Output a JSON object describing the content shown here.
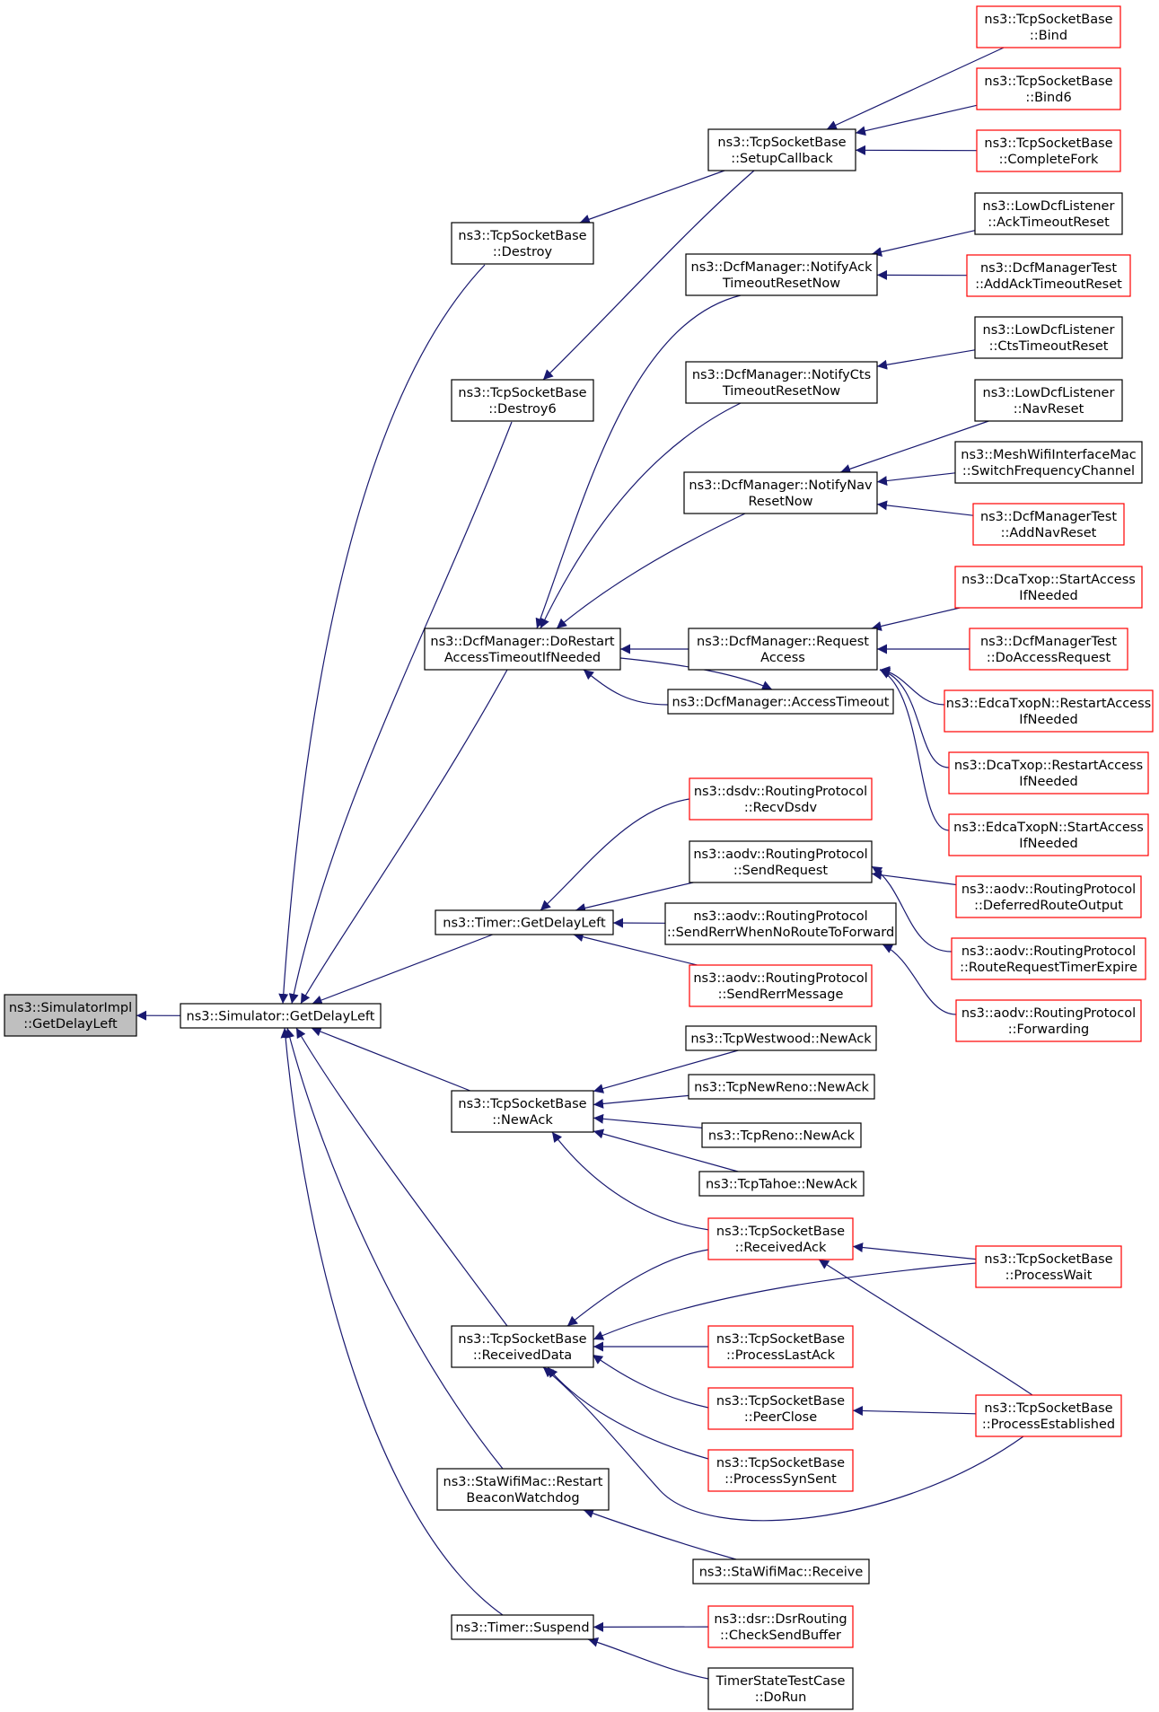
{
  "colors": {
    "edge": "#191970",
    "border_normal": "#000000",
    "border_red": "#ff0000",
    "fill_focus": "#bfbfbf",
    "fill_normal": "#ffffff"
  },
  "nodes": [
    {
      "id": "n0",
      "lines": [
        "ns3::SimulatorImpl",
        "::GetDelayLeft"
      ],
      "style": "focus"
    },
    {
      "id": "n1",
      "lines": [
        "ns3::Simulator::GetDelayLeft"
      ],
      "style": "normal"
    },
    {
      "id": "n2",
      "lines": [
        "ns3::TcpSocketBase",
        "::Destroy"
      ],
      "style": "normal"
    },
    {
      "id": "n3",
      "lines": [
        "ns3::TcpSocketBase",
        "::Destroy6"
      ],
      "style": "normal"
    },
    {
      "id": "n4",
      "lines": [
        "ns3::DcfManager::DoRestart",
        "AccessTimeoutIfNeeded"
      ],
      "style": "normal"
    },
    {
      "id": "n5",
      "lines": [
        "ns3::Timer::GetDelayLeft"
      ],
      "style": "normal"
    },
    {
      "id": "n6",
      "lines": [
        "ns3::TcpSocketBase",
        "::NewAck"
      ],
      "style": "normal"
    },
    {
      "id": "n7",
      "lines": [
        "ns3::TcpSocketBase",
        "::ReceivedData"
      ],
      "style": "normal"
    },
    {
      "id": "n8",
      "lines": [
        "ns3::StaWifiMac::Restart",
        "BeaconWatchdog"
      ],
      "style": "normal"
    },
    {
      "id": "n9",
      "lines": [
        "ns3::Timer::Suspend"
      ],
      "style": "normal"
    },
    {
      "id": "n10",
      "lines": [
        "ns3::TcpSocketBase",
        "::SetupCallback"
      ],
      "style": "normal"
    },
    {
      "id": "n11",
      "lines": [
        "ns3::DcfManager::NotifyAck",
        "TimeoutResetNow"
      ],
      "style": "normal"
    },
    {
      "id": "n12",
      "lines": [
        "ns3::DcfManager::NotifyCts",
        "TimeoutResetNow"
      ],
      "style": "normal"
    },
    {
      "id": "n13",
      "lines": [
        "ns3::DcfManager::NotifyNav",
        "ResetNow"
      ],
      "style": "normal"
    },
    {
      "id": "n14",
      "lines": [
        "ns3::DcfManager::Request",
        "Access"
      ],
      "style": "normal"
    },
    {
      "id": "n15",
      "lines": [
        "ns3::DcfManager::AccessTimeout"
      ],
      "style": "normal"
    },
    {
      "id": "n16",
      "lines": [
        "ns3::dsdv::RoutingProtocol",
        "::RecvDsdv"
      ],
      "style": "red"
    },
    {
      "id": "n17",
      "lines": [
        "ns3::aodv::RoutingProtocol",
        "::SendRequest"
      ],
      "style": "normal"
    },
    {
      "id": "n18",
      "lines": [
        "ns3::aodv::RoutingProtocol",
        "::SendRerrWhenNoRouteToForward"
      ],
      "style": "normal"
    },
    {
      "id": "n19",
      "lines": [
        "ns3::aodv::RoutingProtocol",
        "::SendRerrMessage"
      ],
      "style": "red"
    },
    {
      "id": "n20",
      "lines": [
        "ns3::TcpWestwood::NewAck"
      ],
      "style": "normal"
    },
    {
      "id": "n21",
      "lines": [
        "ns3::TcpNewReno::NewAck"
      ],
      "style": "normal"
    },
    {
      "id": "n22",
      "lines": [
        "ns3::TcpReno::NewAck"
      ],
      "style": "normal"
    },
    {
      "id": "n23",
      "lines": [
        "ns3::TcpTahoe::NewAck"
      ],
      "style": "normal"
    },
    {
      "id": "n24",
      "lines": [
        "ns3::TcpSocketBase",
        "::ReceivedAck"
      ],
      "style": "red"
    },
    {
      "id": "n25",
      "lines": [
        "ns3::TcpSocketBase",
        "::ProcessLastAck"
      ],
      "style": "red"
    },
    {
      "id": "n26",
      "lines": [
        "ns3::TcpSocketBase",
        "::PeerClose"
      ],
      "style": "red"
    },
    {
      "id": "n27",
      "lines": [
        "ns3::TcpSocketBase",
        "::ProcessSynSent"
      ],
      "style": "red"
    },
    {
      "id": "n28",
      "lines": [
        "ns3::StaWifiMac::Receive"
      ],
      "style": "normal"
    },
    {
      "id": "n29",
      "lines": [
        "ns3::dsr::DsrRouting",
        "::CheckSendBuffer"
      ],
      "style": "red"
    },
    {
      "id": "n30",
      "lines": [
        "TimerStateTestCase",
        "::DoRun"
      ],
      "style": "normal"
    },
    {
      "id": "n31",
      "lines": [
        "ns3::TcpSocketBase",
        "::Bind"
      ],
      "style": "red"
    },
    {
      "id": "n32",
      "lines": [
        "ns3::TcpSocketBase",
        "::Bind6"
      ],
      "style": "red"
    },
    {
      "id": "n33",
      "lines": [
        "ns3::TcpSocketBase",
        "::CompleteFork"
      ],
      "style": "red"
    },
    {
      "id": "n34",
      "lines": [
        "ns3::LowDcfListener",
        "::AckTimeoutReset"
      ],
      "style": "normal"
    },
    {
      "id": "n35",
      "lines": [
        "ns3::DcfManagerTest",
        "::AddAckTimeoutReset"
      ],
      "style": "red"
    },
    {
      "id": "n36",
      "lines": [
        "ns3::LowDcfListener",
        "::CtsTimeoutReset"
      ],
      "style": "normal"
    },
    {
      "id": "n37",
      "lines": [
        "ns3::LowDcfListener",
        "::NavReset"
      ],
      "style": "normal"
    },
    {
      "id": "n38",
      "lines": [
        "ns3::MeshWifiInterfaceMac",
        "::SwitchFrequencyChannel"
      ],
      "style": "normal"
    },
    {
      "id": "n39",
      "lines": [
        "ns3::DcfManagerTest",
        "::AddNavReset"
      ],
      "style": "red"
    },
    {
      "id": "n40",
      "lines": [
        "ns3::DcaTxop::StartAccess",
        "IfNeeded"
      ],
      "style": "red"
    },
    {
      "id": "n41",
      "lines": [
        "ns3::DcfManagerTest",
        "::DoAccessRequest"
      ],
      "style": "red"
    },
    {
      "id": "n42",
      "lines": [
        "ns3::EdcaTxopN::RestartAccess",
        "IfNeeded"
      ],
      "style": "red"
    },
    {
      "id": "n43",
      "lines": [
        "ns3::DcaTxop::RestartAccess",
        "IfNeeded"
      ],
      "style": "red"
    },
    {
      "id": "n44",
      "lines": [
        "ns3::EdcaTxopN::StartAccess",
        "IfNeeded"
      ],
      "style": "red"
    },
    {
      "id": "n45",
      "lines": [
        "ns3::aodv::RoutingProtocol",
        "::DeferredRouteOutput"
      ],
      "style": "red"
    },
    {
      "id": "n46",
      "lines": [
        "ns3::aodv::RoutingProtocol",
        "::RouteRequestTimerExpire"
      ],
      "style": "red"
    },
    {
      "id": "n47",
      "lines": [
        "ns3::aodv::RoutingProtocol",
        "::Forwarding"
      ],
      "style": "red"
    },
    {
      "id": "n48",
      "lines": [
        "ns3::TcpSocketBase",
        "::ProcessWait"
      ],
      "style": "red"
    },
    {
      "id": "n49",
      "lines": [
        "ns3::TcpSocketBase",
        "::ProcessEstablished"
      ],
      "style": "red"
    }
  ],
  "edges": [
    {
      "from": "n1",
      "to": "n0"
    },
    {
      "from": "n2",
      "to": "n1"
    },
    {
      "from": "n3",
      "to": "n1"
    },
    {
      "from": "n4",
      "to": "n1"
    },
    {
      "from": "n5",
      "to": "n1"
    },
    {
      "from": "n6",
      "to": "n1"
    },
    {
      "from": "n7",
      "to": "n1"
    },
    {
      "from": "n8",
      "to": "n1"
    },
    {
      "from": "n9",
      "to": "n1"
    },
    {
      "from": "n10",
      "to": "n2"
    },
    {
      "from": "n10",
      "to": "n3"
    },
    {
      "from": "n11",
      "to": "n4"
    },
    {
      "from": "n12",
      "to": "n4"
    },
    {
      "from": "n13",
      "to": "n4"
    },
    {
      "from": "n14",
      "to": "n4"
    },
    {
      "from": "n15",
      "to": "n4"
    },
    {
      "from": "n4",
      "to": "n15"
    },
    {
      "from": "n16",
      "to": "n5"
    },
    {
      "from": "n17",
      "to": "n5"
    },
    {
      "from": "n18",
      "to": "n5"
    },
    {
      "from": "n19",
      "to": "n5"
    },
    {
      "from": "n20",
      "to": "n6"
    },
    {
      "from": "n21",
      "to": "n6"
    },
    {
      "from": "n22",
      "to": "n6"
    },
    {
      "from": "n23",
      "to": "n6"
    },
    {
      "from": "n24",
      "to": "n6"
    },
    {
      "from": "n24",
      "to": "n7"
    },
    {
      "from": "n48",
      "to": "n7"
    },
    {
      "from": "n25",
      "to": "n7"
    },
    {
      "from": "n26",
      "to": "n7"
    },
    {
      "from": "n27",
      "to": "n7"
    },
    {
      "from": "n49",
      "to": "n7"
    },
    {
      "from": "n28",
      "to": "n8"
    },
    {
      "from": "n29",
      "to": "n9"
    },
    {
      "from": "n30",
      "to": "n9"
    },
    {
      "from": "n31",
      "to": "n10"
    },
    {
      "from": "n32",
      "to": "n10"
    },
    {
      "from": "n33",
      "to": "n10"
    },
    {
      "from": "n34",
      "to": "n11"
    },
    {
      "from": "n35",
      "to": "n11"
    },
    {
      "from": "n36",
      "to": "n12"
    },
    {
      "from": "n37",
      "to": "n13"
    },
    {
      "from": "n38",
      "to": "n13"
    },
    {
      "from": "n39",
      "to": "n13"
    },
    {
      "from": "n40",
      "to": "n14"
    },
    {
      "from": "n41",
      "to": "n14"
    },
    {
      "from": "n42",
      "to": "n14"
    },
    {
      "from": "n43",
      "to": "n14"
    },
    {
      "from": "n44",
      "to": "n14"
    },
    {
      "from": "n45",
      "to": "n17"
    },
    {
      "from": "n46",
      "to": "n17"
    },
    {
      "from": "n47",
      "to": "n18"
    },
    {
      "from": "n48",
      "to": "n24"
    },
    {
      "from": "n49",
      "to": "n24"
    },
    {
      "from": "n49",
      "to": "n26"
    }
  ]
}
